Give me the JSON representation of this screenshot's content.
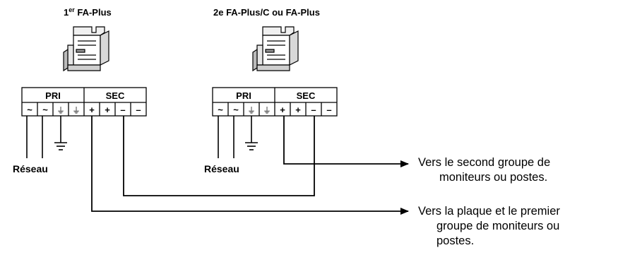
{
  "units": [
    {
      "title_main": "1",
      "title_sup": "er",
      "title_rest": " FA-Plus",
      "header": {
        "pri": "PRI",
        "sec": "SEC"
      },
      "terminals": [
        "~",
        "~",
        "⏚",
        "⏚",
        "+",
        "+",
        "–",
        "–"
      ],
      "network_label": "Réseau"
    },
    {
      "title_main": "2e FA-Plus/C ou FA-Plus",
      "title_sup": "",
      "title_rest": "",
      "header": {
        "pri": "PRI",
        "sec": "SEC"
      },
      "terminals": [
        "~",
        "~",
        "⏚",
        "⏚",
        "+",
        "+",
        "–",
        "–"
      ],
      "network_label": "Réseau"
    }
  ],
  "notes": {
    "to_second_group": [
      "Vers le second groupe de",
      "moniteurs ou postes."
    ],
    "to_plate": [
      "Vers la plaque et le premier",
      "groupe de moniteurs ou",
      "postes."
    ]
  }
}
